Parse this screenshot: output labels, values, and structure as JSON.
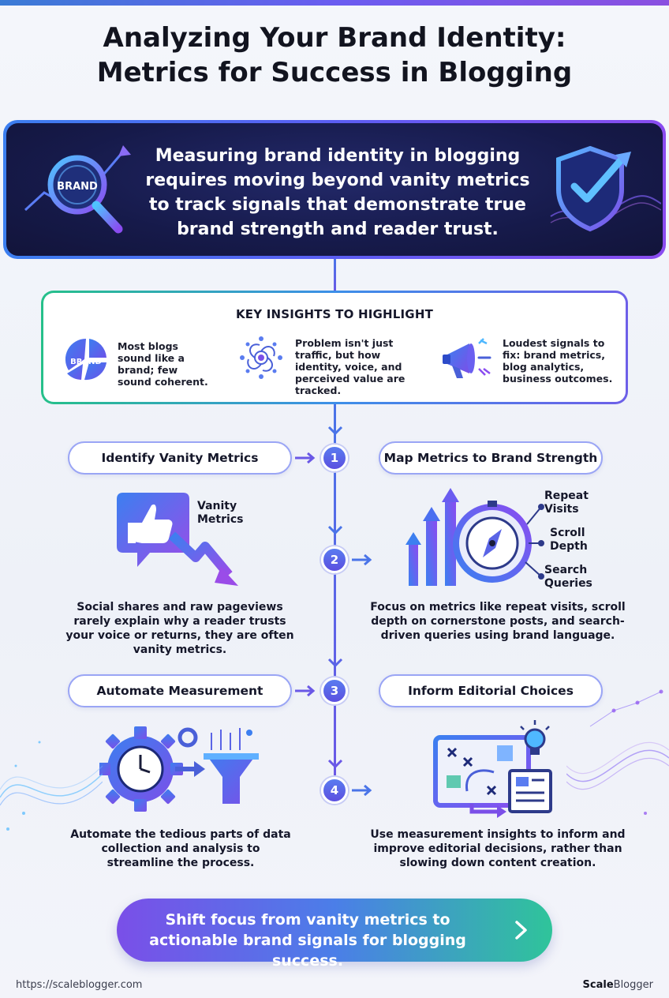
{
  "title": {
    "line1": "Analyzing Your Brand Identity:",
    "line2": "Metrics for Success in Blogging"
  },
  "hero": {
    "text": "Measuring brand identity in blogging requires moving beyond vanity metrics to track signals that demonstrate true brand strength and reader trust.",
    "left_icon": "magnifier-brand-icon",
    "left_icon_label": "BRAND",
    "right_icon": "shield-check-icon"
  },
  "insights": {
    "heading": "KEY INSIGHTS TO HIGHLIGHT",
    "items": [
      {
        "icon": "broken-brand-circle-icon",
        "icon_label": "BRAND",
        "text": "Most blogs sound like a brand; few sound coherent."
      },
      {
        "icon": "network-spiral-icon",
        "text": "Problem isn't just traffic, but how identity, voice, and perceived value are tracked."
      },
      {
        "icon": "megaphone-icon",
        "text": "Loudest signals to fix: brand metrics, blog analytics, business outcomes."
      }
    ]
  },
  "steps": [
    {
      "number": "1",
      "title": "Identify Vanity Metrics",
      "description": "Social shares and raw pageviews rarely explain why a reader trusts your voice or returns, they are often vanity metrics.",
      "icon": "thumbs-down-trend-icon",
      "icon_label": "Vanity Metrics"
    },
    {
      "number": "2",
      "title": "Map Metrics to Brand Strength",
      "description": "Focus on metrics like repeat visits, scroll depth on cornerstone posts, and search-driven queries using brand language.",
      "icon": "compass-growth-icon",
      "callouts": [
        "Repeat Visits",
        "Scroll Depth",
        "Search Queries"
      ]
    },
    {
      "number": "3",
      "title": "Automate Measurement",
      "description": "Automate the tedious parts of data collection and analysis to streamline the process.",
      "icon": "gear-clock-funnel-icon"
    },
    {
      "number": "4",
      "title": "Inform Editorial Choices",
      "description": "Use measurement insights to inform and improve editorial decisions, rather than slowing down content creation.",
      "icon": "editorial-board-lightbulb-icon"
    }
  ],
  "cta": {
    "text": "Shift focus from vanity metrics to actionable brand signals for blogging success.",
    "icon": "chevron-right-icon"
  },
  "footer": {
    "url": "https://scaleblogger.com",
    "brand_bold": "Scale",
    "brand_rest": "Blogger"
  },
  "colors": {
    "accent_blue": "#3c7ff0",
    "accent_purple": "#8a4cf0",
    "accent_green": "#26c08a",
    "hero_bg": "#161a4a"
  }
}
